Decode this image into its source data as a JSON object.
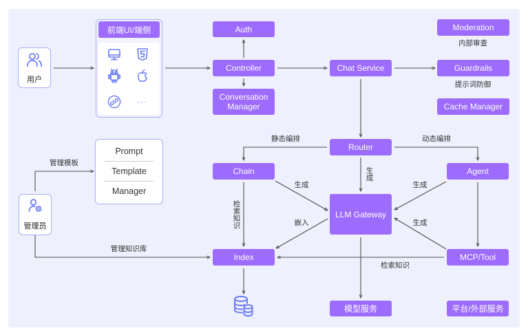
{
  "diagram": {
    "colors": {
      "background": "#eff0fd",
      "node_fill": "#9d6bfd",
      "node_text": "#ffffff",
      "icon": "#6b7cf4",
      "card_border": "#a8adf6",
      "line": "#4d4d4d",
      "label_text": "#333333"
    },
    "actors": {
      "user": {
        "label": "用户",
        "icon": "users-icon"
      },
      "admin": {
        "label": "管理员",
        "icon": "user-gear-icon"
      }
    },
    "frontend": {
      "title": "前端UI/端侧",
      "icons": [
        "desktop-icon",
        "html5-icon",
        "android-icon",
        "apple-icon",
        "mini-program-icon",
        "more-icon"
      ],
      "more_label": "···"
    },
    "prompt_manager": {
      "lines": [
        "Prompt",
        "Template",
        "Manager"
      ]
    },
    "nodes": {
      "auth": "Auth",
      "controller": "Controller",
      "conversation_manager": "Conversation Manager",
      "chat_service": "Chat Service",
      "moderation": "Moderation",
      "guardrails": "Guardrails",
      "cache_manager": "Cache Manager",
      "router": "Router",
      "chain": "Chain",
      "agent": "Agent",
      "llm_gateway": "LLM Gateway",
      "index": "Index",
      "mcp_tool": "MCP/Tool",
      "model_service": "模型服务",
      "external_service": "平台/外部服务",
      "database": "database-icon"
    },
    "notes": {
      "moderation": "内部审查",
      "guardrails": "提示词防御"
    },
    "edges": [
      {
        "from": "user",
        "to": "frontend",
        "label": ""
      },
      {
        "from": "frontend",
        "to": "controller",
        "label": ""
      },
      {
        "from": "controller",
        "to": "auth",
        "label": ""
      },
      {
        "from": "controller",
        "to": "conversation_manager",
        "label": ""
      },
      {
        "from": "controller",
        "to": "chat_service",
        "label": ""
      },
      {
        "from": "chat_service",
        "to": "guardrails",
        "label": ""
      },
      {
        "from": "chat_service",
        "to": "router",
        "label": ""
      },
      {
        "from": "router",
        "to": "chain",
        "label": "静态编排"
      },
      {
        "from": "router",
        "to": "agent",
        "label": "动态编排"
      },
      {
        "from": "router",
        "to": "llm_gateway",
        "label": "生成"
      },
      {
        "from": "chain",
        "to": "llm_gateway",
        "label": "生成"
      },
      {
        "from": "agent",
        "to": "llm_gateway",
        "label": "生成"
      },
      {
        "from": "mcp_tool",
        "to": "llm_gateway",
        "label": "生成"
      },
      {
        "from": "llm_gateway",
        "to": "index",
        "label": "嵌入"
      },
      {
        "from": "chain",
        "to": "index",
        "label": "检索知识"
      },
      {
        "from": "agent",
        "to": "mcp_tool",
        "label": ""
      },
      {
        "from": "mcp_tool",
        "to": "index",
        "label": "检索知识"
      },
      {
        "from": "llm_gateway",
        "to": "model_service",
        "label": ""
      },
      {
        "from": "index",
        "to": "database",
        "label": ""
      },
      {
        "from": "admin",
        "to": "prompt_manager",
        "label": "管理模板"
      },
      {
        "from": "admin",
        "to": "index",
        "label": "管理知识库"
      }
    ]
  }
}
